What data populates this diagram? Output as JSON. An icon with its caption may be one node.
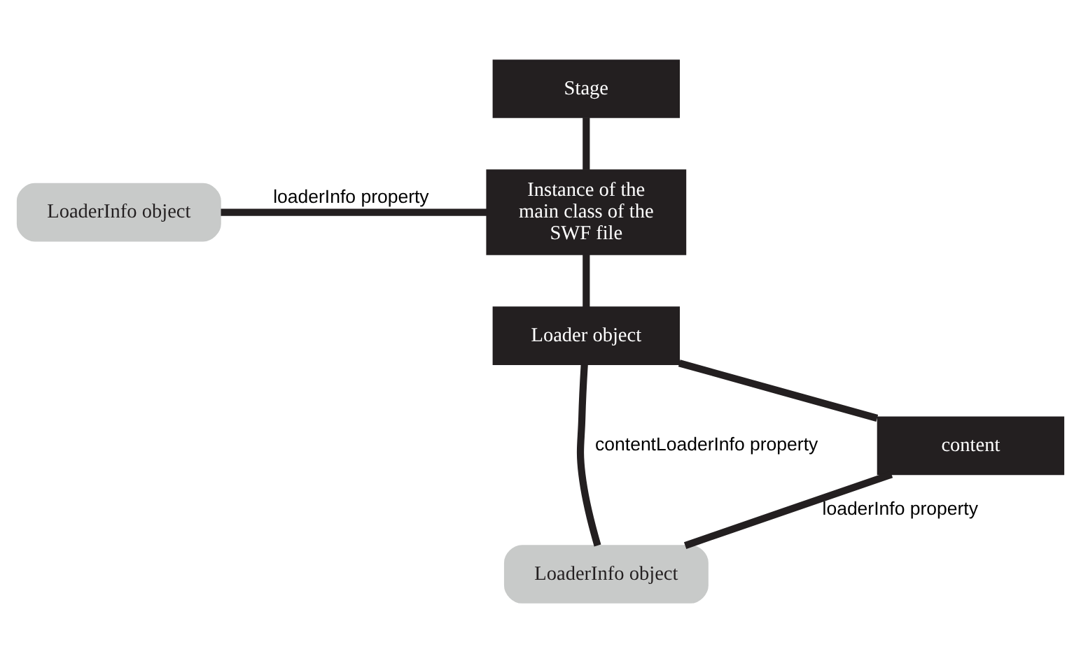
{
  "diagram": {
    "nodes": [
      {
        "text": [
          "Stage"
        ]
      },
      {
        "text": [
          "LoaderInfo object"
        ]
      },
      {
        "text": [
          "Instance of the main class of the SWF file"
        ]
      },
      {
        "text": [
          "Loader object"
        ]
      },
      {
        "text": [
          "LoaderInfo object"
        ]
      },
      {
        "text": [
          "content"
        ]
      }
    ],
    "edges": [
      {
        "from": 0,
        "to": 2,
        "arrow": "none"
      },
      {
        "from": 1,
        "to": 2,
        "arrow": "none",
        "label": "loaderInfo property"
      },
      {
        "from": 2,
        "to": 3,
        "arrow": "none"
      },
      {
        "from": 3,
        "to": 5,
        "arrow": "none"
      },
      {
        "from": 3,
        "to": 4,
        "arrow": "none",
        "label": "contentLoaderInfo property"
      },
      {
        "from": 5,
        "to": 4,
        "arrow": "none",
        "label": "loaderInfo property"
      }
    ]
  }
}
